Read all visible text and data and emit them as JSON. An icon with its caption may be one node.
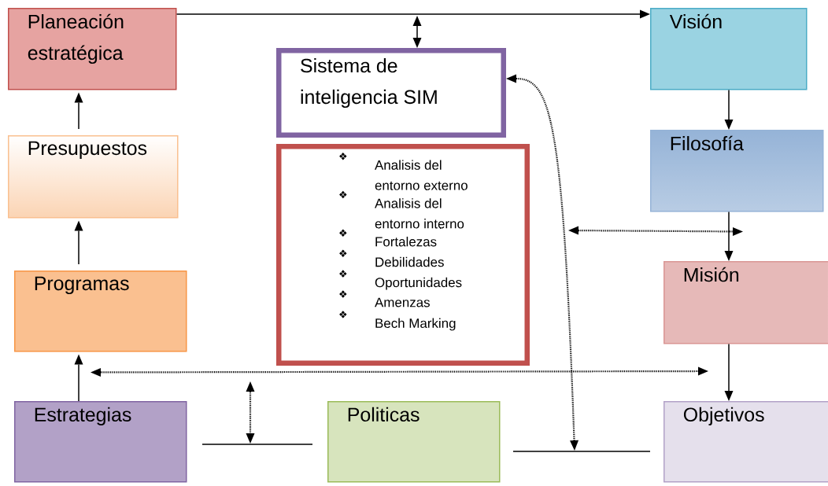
{
  "diagram": {
    "nodes": [
      {
        "text": [
          "Planeación estratégica"
        ]
      },
      {
        "text": [
          "Sistema de inteligencia SIM"
        ]
      },
      {
        "text": [
          "Visión"
        ]
      },
      {
        "text": [
          "Presupuestos"
        ]
      },
      {
        "text": [
          "Analisis del entorno externo",
          "Analisis del entorno interno",
          "Fortalezas",
          "Debilidades",
          "Oportunidades",
          "Amenzas",
          "Bech Marking"
        ]
      },
      {
        "text": [
          "Filosofía"
        ]
      },
      {
        "text": [
          "Programas"
        ]
      },
      {
        "text": [
          "Misión"
        ]
      },
      {
        "text": [
          "Estrategias"
        ]
      },
      {
        "text": [
          "Politicas"
        ]
      },
      {
        "text": [
          "Objetivos"
        ]
      },
      {
        "text": [],
        "shape": "bar"
      },
      {
        "text": [],
        "shape": "bar"
      }
    ],
    "edges": [
      {
        "from": 0,
        "to": 2,
        "arrow": "to"
      },
      {
        "from": null,
        "to": 1,
        "arrow": "both"
      },
      {
        "from": 3,
        "to": 0,
        "arrow": "to"
      },
      {
        "from": 6,
        "to": 3,
        "arrow": "to"
      },
      {
        "from": 8,
        "to": 6,
        "arrow": "to"
      },
      {
        "from": 2,
        "to": 5,
        "arrow": "to"
      },
      {
        "from": 5,
        "to": 7,
        "arrow": "to"
      },
      {
        "from": 7,
        "to": 10,
        "arrow": "to"
      },
      {
        "from": 1,
        "to": 12,
        "arrow": "both",
        "style": "dashed"
      },
      {
        "from": null,
        "to": 5,
        "arrow": "both",
        "style": "dashed"
      },
      {
        "from": 6,
        "to": null,
        "arrow": "both",
        "style": "dashed"
      },
      {
        "from": null,
        "to": 11,
        "arrow": "both",
        "style": "dashed"
      }
    ],
    "labels": [
      "❖",
      "❖",
      "❖",
      "❖",
      "❖",
      "❖",
      "❖"
    ]
  }
}
